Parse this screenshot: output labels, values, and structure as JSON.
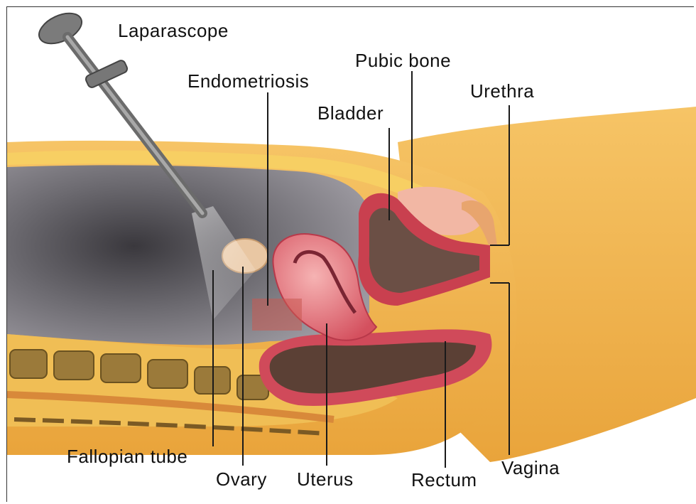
{
  "diagram": {
    "labels": {
      "laparascope": "Laparascope",
      "endometriosis": "Endometriosis",
      "pubic_bone": "Pubic bone",
      "bladder": "Bladder",
      "urethra": "Urethra",
      "fallopian_tube": "Fallopian tube",
      "ovary": "Ovary",
      "uterus": "Uterus",
      "rectum": "Rectum",
      "vagina": "Vagina"
    },
    "colors": {
      "skin": "#f1b24a",
      "skin_light": "#f6c56a",
      "cavity": "#77747a",
      "tissue_red": "#d6475a",
      "tissue_pink": "#ef9aa0",
      "bone": "#9b7a3a",
      "fat": "#f4c64e",
      "line": "#1a1a1a"
    }
  }
}
